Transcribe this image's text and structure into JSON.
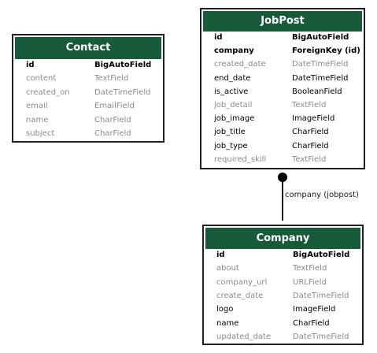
{
  "diagram": {
    "models": {
      "contact": {
        "title": "Contact",
        "fields": [
          {
            "name": "id",
            "type": "BigAutoField",
            "style": "key"
          },
          {
            "name": "content",
            "type": "TextField",
            "style": "muted"
          },
          {
            "name": "created_on",
            "type": "DateTimeField",
            "style": "muted"
          },
          {
            "name": "email",
            "type": "EmailField",
            "style": "muted"
          },
          {
            "name": "name",
            "type": "CharField",
            "style": "muted"
          },
          {
            "name": "subject",
            "type": "CharField",
            "style": "muted"
          }
        ]
      },
      "jobpost": {
        "title": "JobPost",
        "fields": [
          {
            "name": "id",
            "type": "BigAutoField",
            "style": "key"
          },
          {
            "name": "company",
            "type": "ForeignKey (id)",
            "style": "key"
          },
          {
            "name": "created_date",
            "type": "DateTimeField",
            "style": "muted"
          },
          {
            "name": "end_date",
            "type": "DateTimeField",
            "style": "strong"
          },
          {
            "name": "is_active",
            "type": "BooleanField",
            "style": "strong"
          },
          {
            "name": "job_detail",
            "type": "TextField",
            "style": "muted"
          },
          {
            "name": "job_image",
            "type": "ImageField",
            "style": "strong"
          },
          {
            "name": "job_title",
            "type": "CharField",
            "style": "strong"
          },
          {
            "name": "job_type",
            "type": "CharField",
            "style": "strong"
          },
          {
            "name": "required_skill",
            "type": "TextField",
            "style": "muted"
          }
        ]
      },
      "company": {
        "title": "Company",
        "fields": [
          {
            "name": "id",
            "type": "BigAutoField",
            "style": "key"
          },
          {
            "name": "about",
            "type": "TextField",
            "style": "muted"
          },
          {
            "name": "company_url",
            "type": "URLField",
            "style": "muted"
          },
          {
            "name": "create_date",
            "type": "DateTimeField",
            "style": "muted"
          },
          {
            "name": "logo",
            "type": "ImageField",
            "style": "strong"
          },
          {
            "name": "name",
            "type": "CharField",
            "style": "strong"
          },
          {
            "name": "updated_date",
            "type": "DateTimeField",
            "style": "muted"
          }
        ]
      }
    },
    "relations": [
      {
        "label": "company (jobpost)",
        "from": "jobpost",
        "to": "company"
      }
    ]
  },
  "colors": {
    "header_bg": "#185b3b",
    "header_text": "#ffffff",
    "border": "#1f1f1f",
    "muted_text": "#8a8a8a",
    "strong_text": "#000000"
  }
}
